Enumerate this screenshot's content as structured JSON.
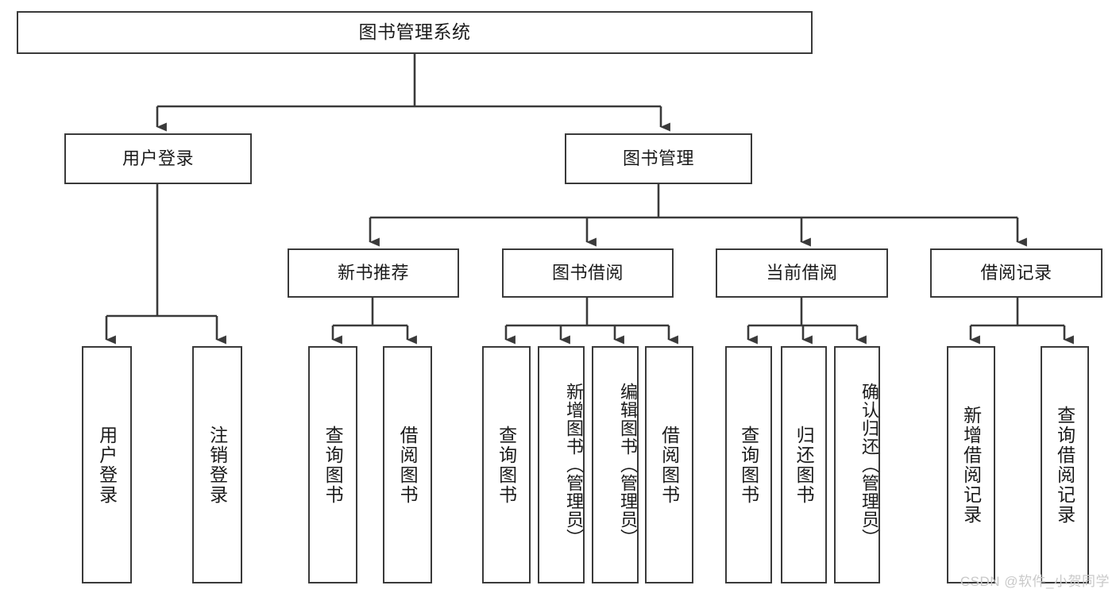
{
  "diagram": {
    "type": "tree",
    "title": "图书管理系统",
    "watermark": "CSDN @软件_小贺同学",
    "colors": {
      "box_border": "#3a3a3a",
      "box_fill": "#ffffff",
      "connector": "#3a3a3a",
      "text": "#1b1b1b",
      "watermark": "#c9c9c9"
    },
    "nodes": {
      "root": "图书管理系统",
      "level1": [
        {
          "label": "用户登录"
        },
        {
          "label": "图书管理"
        }
      ],
      "level2": [
        {
          "label": "新书推荐"
        },
        {
          "label": "图书借阅"
        },
        {
          "label": "当前借阅"
        },
        {
          "label": "借阅记录"
        }
      ],
      "leaves_user_login": [
        {
          "label": "用户登录"
        },
        {
          "label": "注销登录"
        }
      ],
      "leaves_new_books": [
        {
          "label": "查询图书"
        },
        {
          "label": "借阅图书"
        }
      ],
      "leaves_borrow": [
        {
          "label": "查询图书"
        },
        {
          "label": "新增图书（管理员）"
        },
        {
          "label": "编辑图书（管理员）"
        },
        {
          "label": "借阅图书"
        }
      ],
      "leaves_current": [
        {
          "label": "查询图书"
        },
        {
          "label": "归还图书"
        },
        {
          "label": "确认归还（管理员）"
        }
      ],
      "leaves_records": [
        {
          "label": "新增借阅记录"
        },
        {
          "label": "查询借阅记录"
        }
      ]
    }
  }
}
